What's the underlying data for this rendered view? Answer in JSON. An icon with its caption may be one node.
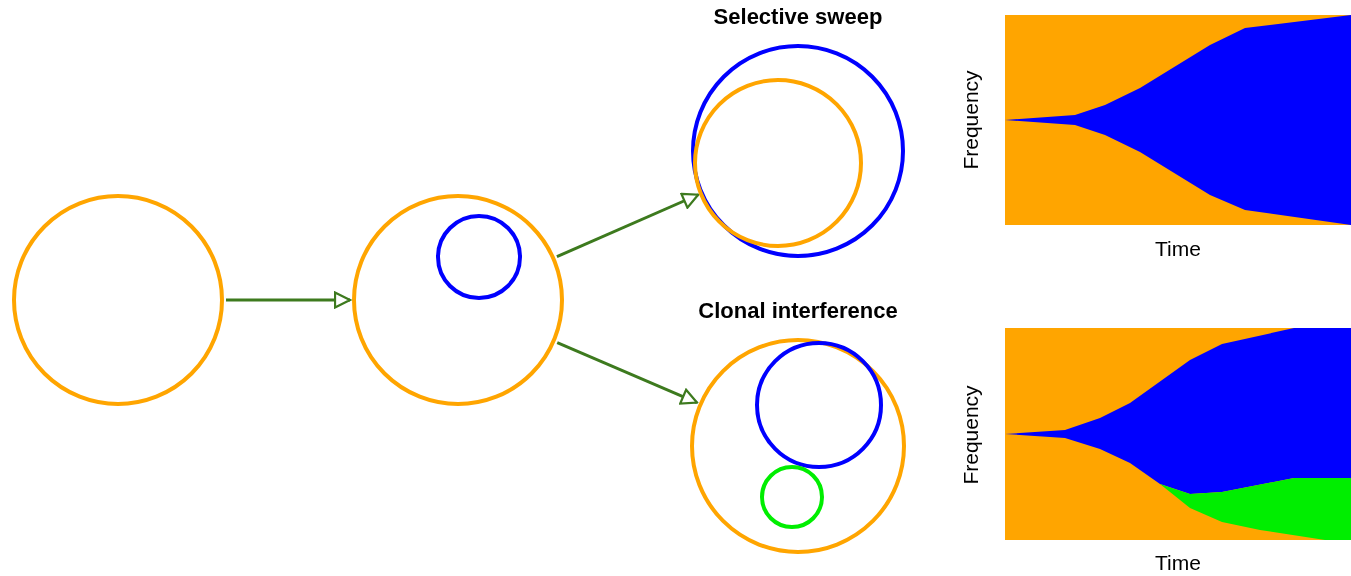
{
  "diagram": {
    "nodes": [
      {
        "text": [],
        "shape": "circle"
      },
      {
        "text": [],
        "shape": "circle"
      },
      {
        "text": [],
        "shape": "circle",
        "in": 1
      },
      {
        "text": [
          "Selective sweep"
        ]
      },
      {
        "text": [],
        "shape": "circle",
        "in": 3
      },
      {
        "text": [
          "Clonal interference"
        ]
      },
      {
        "text": [],
        "shape": "circle",
        "in": 5
      },
      {
        "text": [],
        "shape": "circle",
        "in": 5
      }
    ],
    "edges": [
      {
        "from": 0,
        "to": 1,
        "arrow": "to"
      },
      {
        "from": 1,
        "to": 3,
        "arrow": "to"
      },
      {
        "from": 1,
        "to": 5,
        "arrow": "to"
      }
    ],
    "labels": [
      "Frequency",
      "Time",
      "Frequency",
      "Time"
    ]
  }
}
